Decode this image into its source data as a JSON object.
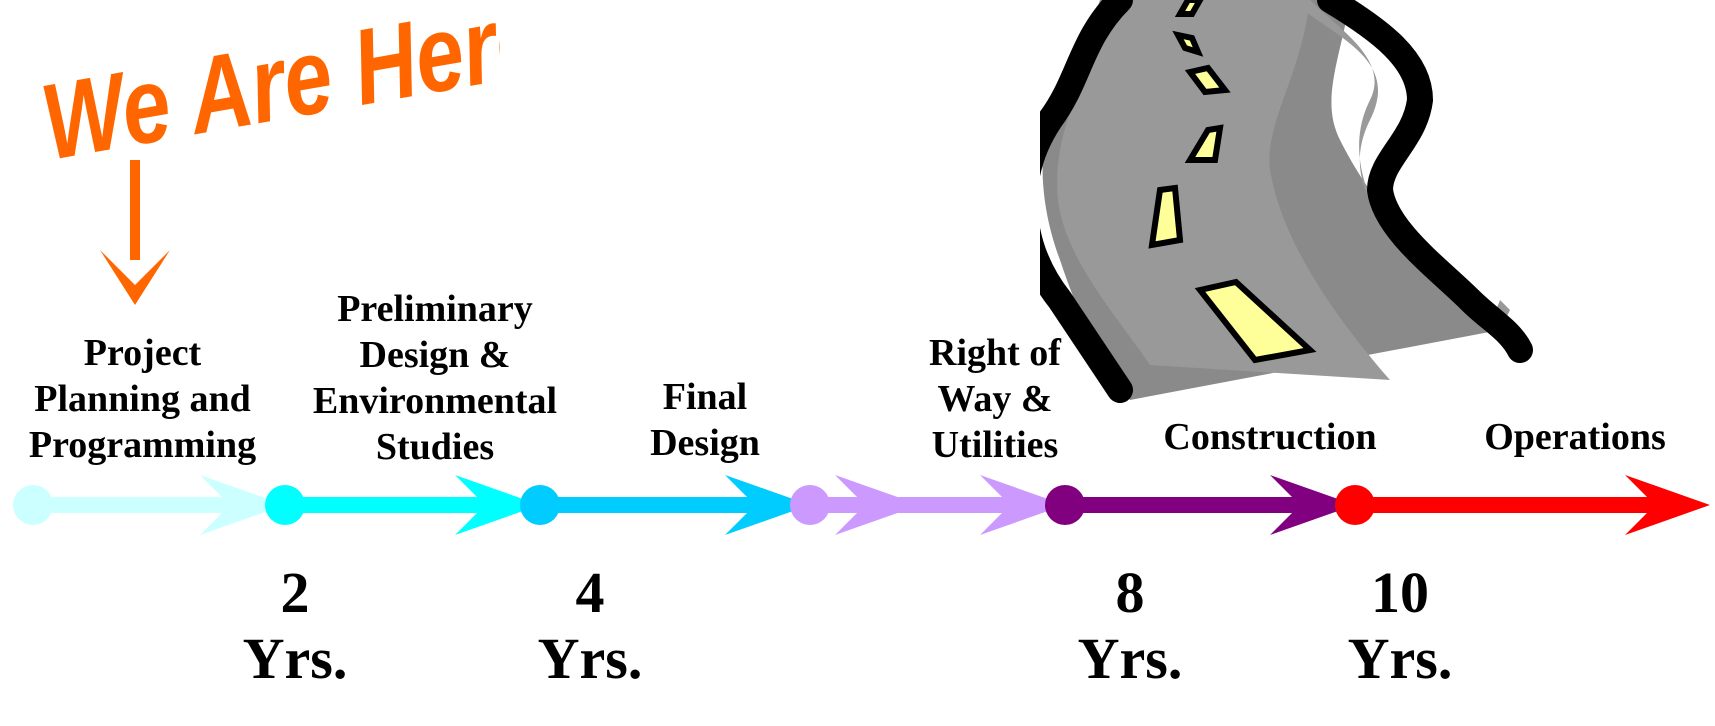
{
  "banner": {
    "text": "We Are Here",
    "color": "#FF6600"
  },
  "phases": [
    {
      "label": "Project\nPlanning and\nProgramming",
      "color": "#CCFFFF"
    },
    {
      "label": "Preliminary\nDesign &\nEnvironmental\nStudies",
      "color": "#00FFFF"
    },
    {
      "label": "Final\nDesign",
      "color": "#00CCFF"
    },
    {
      "label": "Right of\nWay &\nUtilities",
      "color": "#CC99FF"
    },
    {
      "label": "Construction",
      "color": "#800080"
    },
    {
      "label": "Operations",
      "color": "#FF0000"
    }
  ],
  "years": [
    {
      "value": "2",
      "unit": "Yrs."
    },
    {
      "value": "4",
      "unit": "Yrs."
    },
    {
      "value": "8",
      "unit": "Yrs."
    },
    {
      "value": "10",
      "unit": "Yrs."
    }
  ],
  "road_colors": {
    "asphalt": "#999999",
    "edge": "#000000",
    "stripe": "#FFFF99"
  }
}
